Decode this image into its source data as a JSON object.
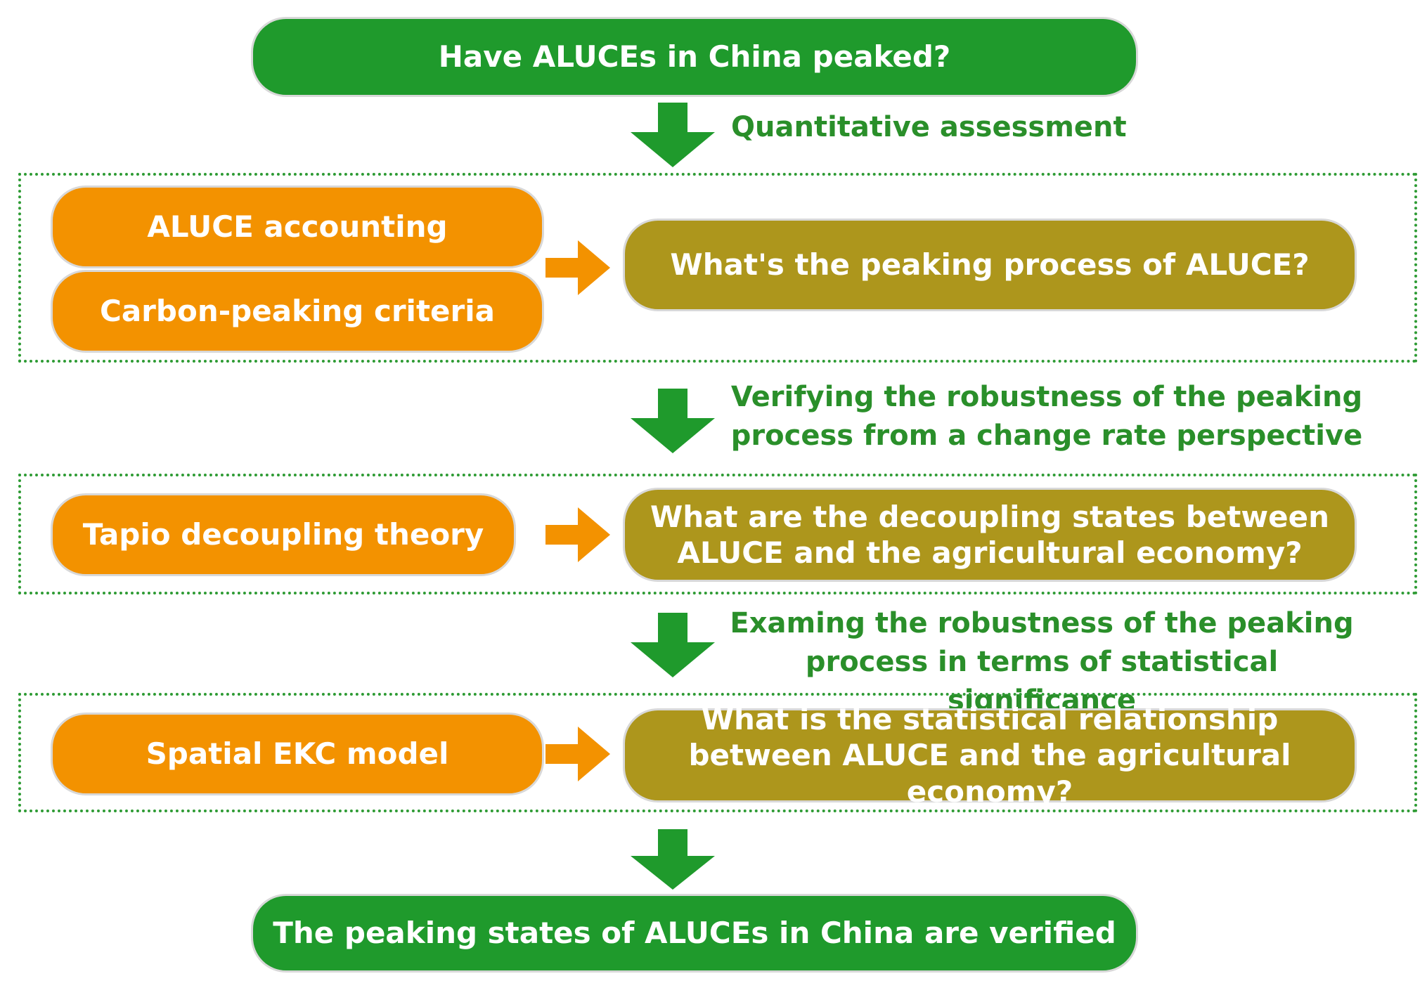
{
  "start": {
    "text": "Have ALUCEs in China peaked?"
  },
  "end": {
    "text": "The peaking states of ALUCEs in China are verified"
  },
  "steps": [
    {
      "connector_label": "Quantitative assessment",
      "inputs": [
        "ALUCE accounting",
        "Carbon-peaking criteria"
      ],
      "question": "What's the peaking process of ALUCE?"
    },
    {
      "connector_label": "Verifying the robustness of the peaking process from a change rate perspective",
      "inputs": [
        "Tapio decoupling theory"
      ],
      "question": "What are the decoupling states between ALUCE and the agricultural economy?"
    },
    {
      "connector_label": "Examing the robustness of the peaking process in terms of statistical significance",
      "inputs": [
        "Spatial EKC model"
      ],
      "question": "What is the statistical relationship between ALUCE and the agricultural economy?"
    }
  ],
  "colors": {
    "green": "#1f9a2c",
    "orange": "#f39200",
    "olive": "#ad961c",
    "label_green": "#2a8f2a",
    "dotted_border": "#2e9b34"
  },
  "icons": {
    "down_arrow": "down-arrow-icon",
    "right_arrow": "right-arrow-icon"
  }
}
